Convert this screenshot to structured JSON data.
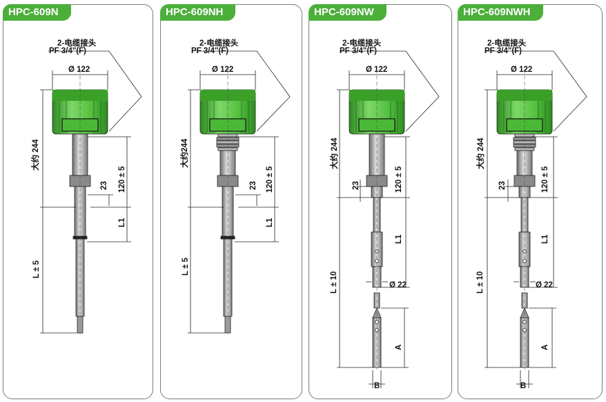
{
  "panels": [
    {
      "model": "HPC-609N",
      "cable_label": "2-电缆接头",
      "thread_label": "PF 3/4\"(F)",
      "diameter_label": "Ø 122",
      "height_label": "大约 244",
      "collar_label": "23",
      "ins_label": "120 ± 5",
      "l1_label": "L1",
      "length_label": "L ± 5"
    },
    {
      "model": "HPC-609NH",
      "cable_label": "2-电缆接头",
      "thread_label": "PF 3/4\"(F)",
      "diameter_label": "Ø 122",
      "height_label": "大约244",
      "collar_label": "23",
      "ins_label": "120 ± 5",
      "l1_label": "L1",
      "length_label": "L ± 5"
    },
    {
      "model": "HPC-609NW",
      "cable_label": "2-电缆接头",
      "thread_label": "PF 3/4\"(F)",
      "diameter_label": "Ø 122",
      "height_label": "大约 244",
      "collar_label": "23",
      "ins_label": "120 ± 5",
      "l1_label": "L1",
      "length_label": "L ± 10",
      "weight_diameter_label": "Ø 22",
      "a_label": "A",
      "b_label": "B"
    },
    {
      "model": "HPC-609NWH",
      "cable_label": "2-电缆接头",
      "thread_label": "PF 3/4\"(F)",
      "diameter_label": "Ø 122",
      "height_label": "大约 244",
      "collar_label": "23",
      "ins_label": "120 ± 5",
      "l1_label": "L1",
      "length_label": "L ± 10",
      "weight_diameter_label": "Ø 22",
      "a_label": "A",
      "b_label": "B"
    }
  ],
  "colors": {
    "housing_green": "#5fc84a",
    "housing_dark": "#2e8b22",
    "tag_green": "#4caf3a",
    "rod_grey": "#9a9a9a"
  }
}
